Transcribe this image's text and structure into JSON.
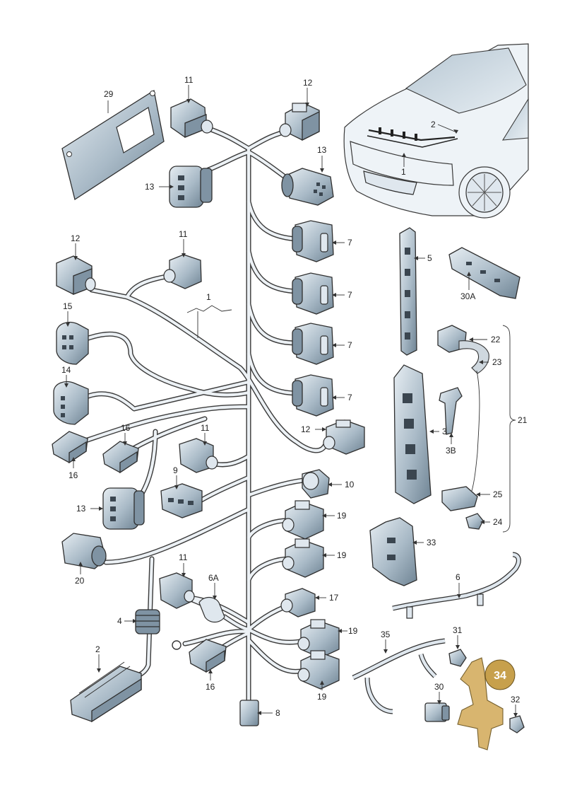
{
  "labels": {
    "l29": "29",
    "l11a": "11",
    "l12a": "12",
    "l13a": "13",
    "l13b": "13",
    "l2a": "2",
    "l1a": "1",
    "l12b": "12",
    "l11b": "11",
    "l1b": "1",
    "l7a": "7",
    "l7b": "7",
    "l7c": "7",
    "l7d": "7",
    "l5": "5",
    "l30A": "30A",
    "l15": "15",
    "l14": "14",
    "l16a": "16",
    "l16b": "16",
    "l11c": "11",
    "l12c": "12",
    "l9": "9",
    "l10": "10",
    "l13c": "13",
    "l19a": "19",
    "l19b": "19",
    "l20": "20",
    "l22": "22",
    "l23": "23",
    "l21": "21",
    "l3": "3",
    "l3B": "3B",
    "l25": "25",
    "l24": "24",
    "l33": "33",
    "l6": "6",
    "l11d": "11",
    "l6A": "6A",
    "l4": "4",
    "l17": "17",
    "l19c": "19",
    "l19d": "19",
    "l2b": "2",
    "l16c": "16",
    "l8": "8",
    "l35": "35",
    "l31": "31",
    "l30": "30",
    "l32": "32"
  },
  "highlight": {
    "label": "34",
    "color": "#c7a04c"
  },
  "colors": {
    "part_fill_light": "#dfe7ee",
    "part_fill_dark": "#7f93a3",
    "harness": "#ecf1f5",
    "outline": "#2f2f2f"
  }
}
